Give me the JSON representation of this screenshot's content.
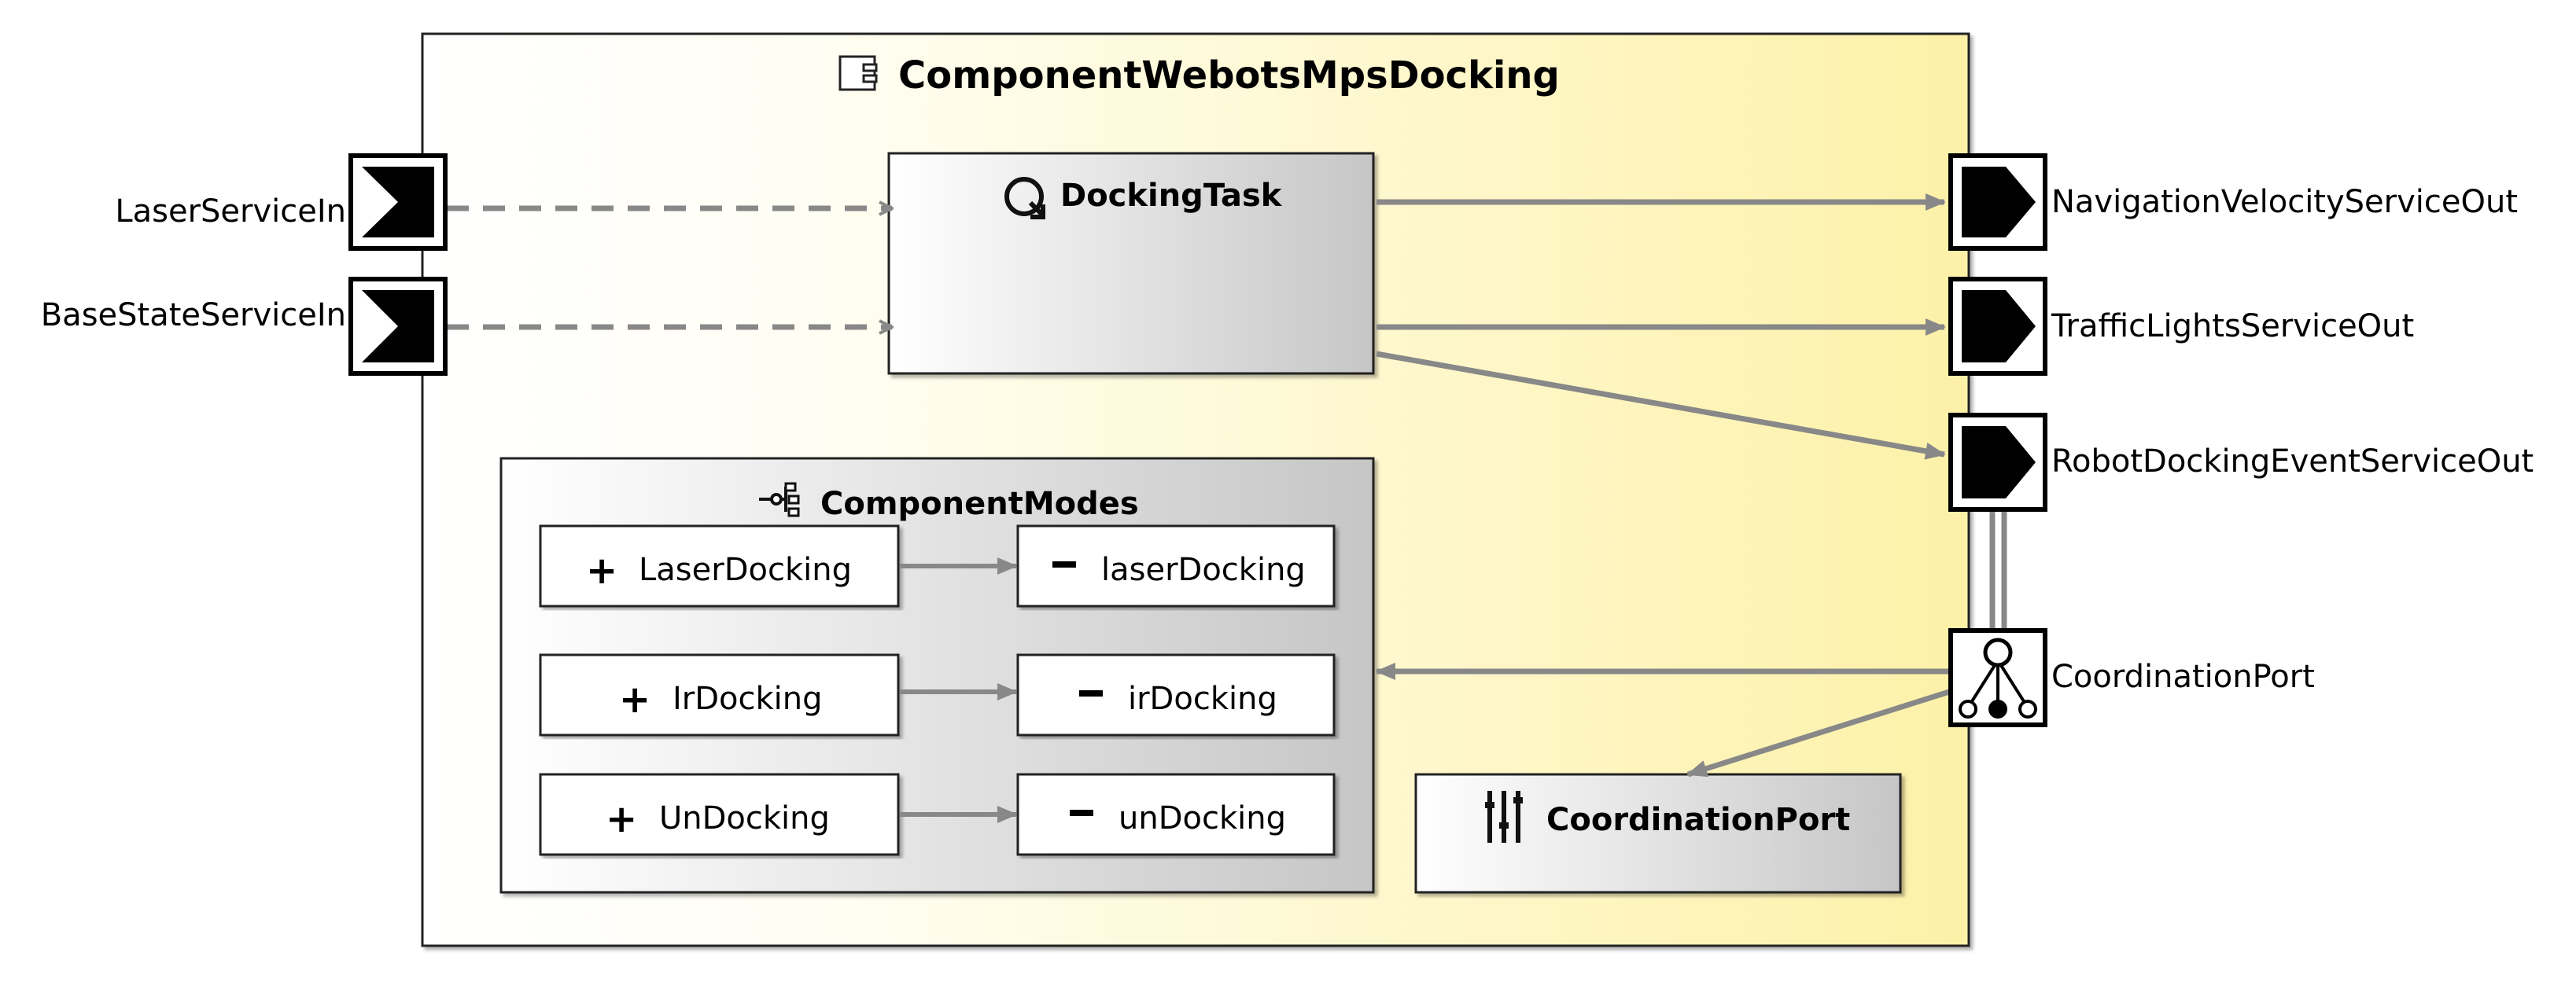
{
  "component": {
    "title": "ComponentWebotsMpsDocking"
  },
  "task": {
    "title": "DockingTask"
  },
  "modes": {
    "title": "ComponentModes",
    "rows": [
      {
        "mode": "LaserDocking",
        "action": "laserDocking"
      },
      {
        "mode": "IrDocking",
        "action": "irDocking"
      },
      {
        "mode": "UnDocking",
        "action": "unDocking"
      }
    ]
  },
  "coordination_box": {
    "title": "CoordinationPort"
  },
  "ports": {
    "laser_in": "LaserServiceIn",
    "base_state_in": "BaseStateServiceIn",
    "nav_velocity_out": "NavigationVelocityServiceOut",
    "traffic_lights_out": "TrafficLightsServiceOut",
    "robot_docking_event_out": "RobotDockingEventServiceOut",
    "coordination": "CoordinationPort"
  },
  "colors": {
    "component_gradient_start": "#ffffff",
    "component_gradient_end": "#fdf1a8",
    "box_gradient_start": "#ffffff",
    "box_gradient_end": "#c8c8c8",
    "connector": "#888888",
    "port_fill": "#000000"
  }
}
